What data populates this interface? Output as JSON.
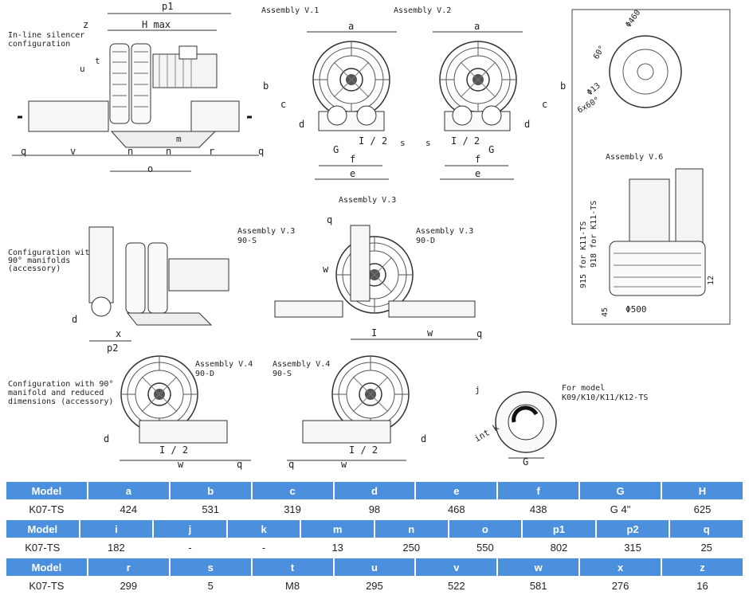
{
  "labels": {
    "inline_title_1": "In-line silencer",
    "inline_title_2": "configuration",
    "p1": "p1",
    "z": "z",
    "h_max": "H max",
    "t": "t",
    "u": "u",
    "q": "q",
    "v": "v",
    "n": "n",
    "m": "m",
    "r": "r",
    "o": "o",
    "asm_v1": "Assembly V.1",
    "asm_v2": "Assembly V.2",
    "a": "a",
    "b": "b",
    "c": "c",
    "d": "d",
    "G": "G",
    "I2": "I / 2",
    "s": "s",
    "f": "f",
    "e": "e",
    "dia460": "Φ460",
    "deg60": "60°",
    "dia13": "Φ13",
    "sixx60": "6x60°",
    "asm_v6": "Assembly V.6",
    "h915": "915 for K11-TS",
    "h918": "918 for K11-TS",
    "n12": "12",
    "n45": "45",
    "dia500": "Φ500",
    "cfg2_1": "Configuration with 2",
    "cfg2_2": "90° manifolds",
    "cfg2_3": "(accessory)",
    "x": "x",
    "p2": "p2",
    "asm_v3": "Assembly V.3",
    "asm_v3s": "Assembly V.3",
    "s90": "90-S",
    "asm_v3d": "Assembly V.3",
    "d90": "90-D",
    "w": "w",
    "I": "I",
    "cfg90_1": "Configuration with 90°",
    "cfg90_2": "manifold and reduced",
    "cfg90_3": "dimensions (accessory)",
    "asm_v4": "Assembly V.4",
    "j": "j",
    "intk": "int k",
    "for_model": "For model",
    "models": "K09/K10/K11/K12-TS"
  },
  "table": {
    "row1": {
      "headers": [
        "Model",
        "a",
        "b",
        "c",
        "d",
        "e",
        "f",
        "G",
        "H"
      ],
      "values": [
        "K07-TS",
        "424",
        "531",
        "319",
        "98",
        "468",
        "438",
        "G 4\"",
        "625"
      ]
    },
    "row2": {
      "headers": [
        "Model",
        "i",
        "j",
        "k",
        "m",
        "n",
        "o",
        "p1",
        "p2",
        "q"
      ],
      "values": [
        "K07-TS",
        "182",
        "-",
        "-",
        "13",
        "250",
        "550",
        "802",
        "315",
        "25"
      ]
    },
    "row3": {
      "headers": [
        "Model",
        "r",
        "s",
        "t",
        "u",
        "v",
        "w",
        "x",
        "z"
      ],
      "values": [
        "K07-TS",
        "299",
        "5",
        "M8",
        "295",
        "522",
        "581",
        "276",
        "16"
      ]
    }
  },
  "colors": {
    "header": "#4b8fdd",
    "line": "#333333"
  }
}
